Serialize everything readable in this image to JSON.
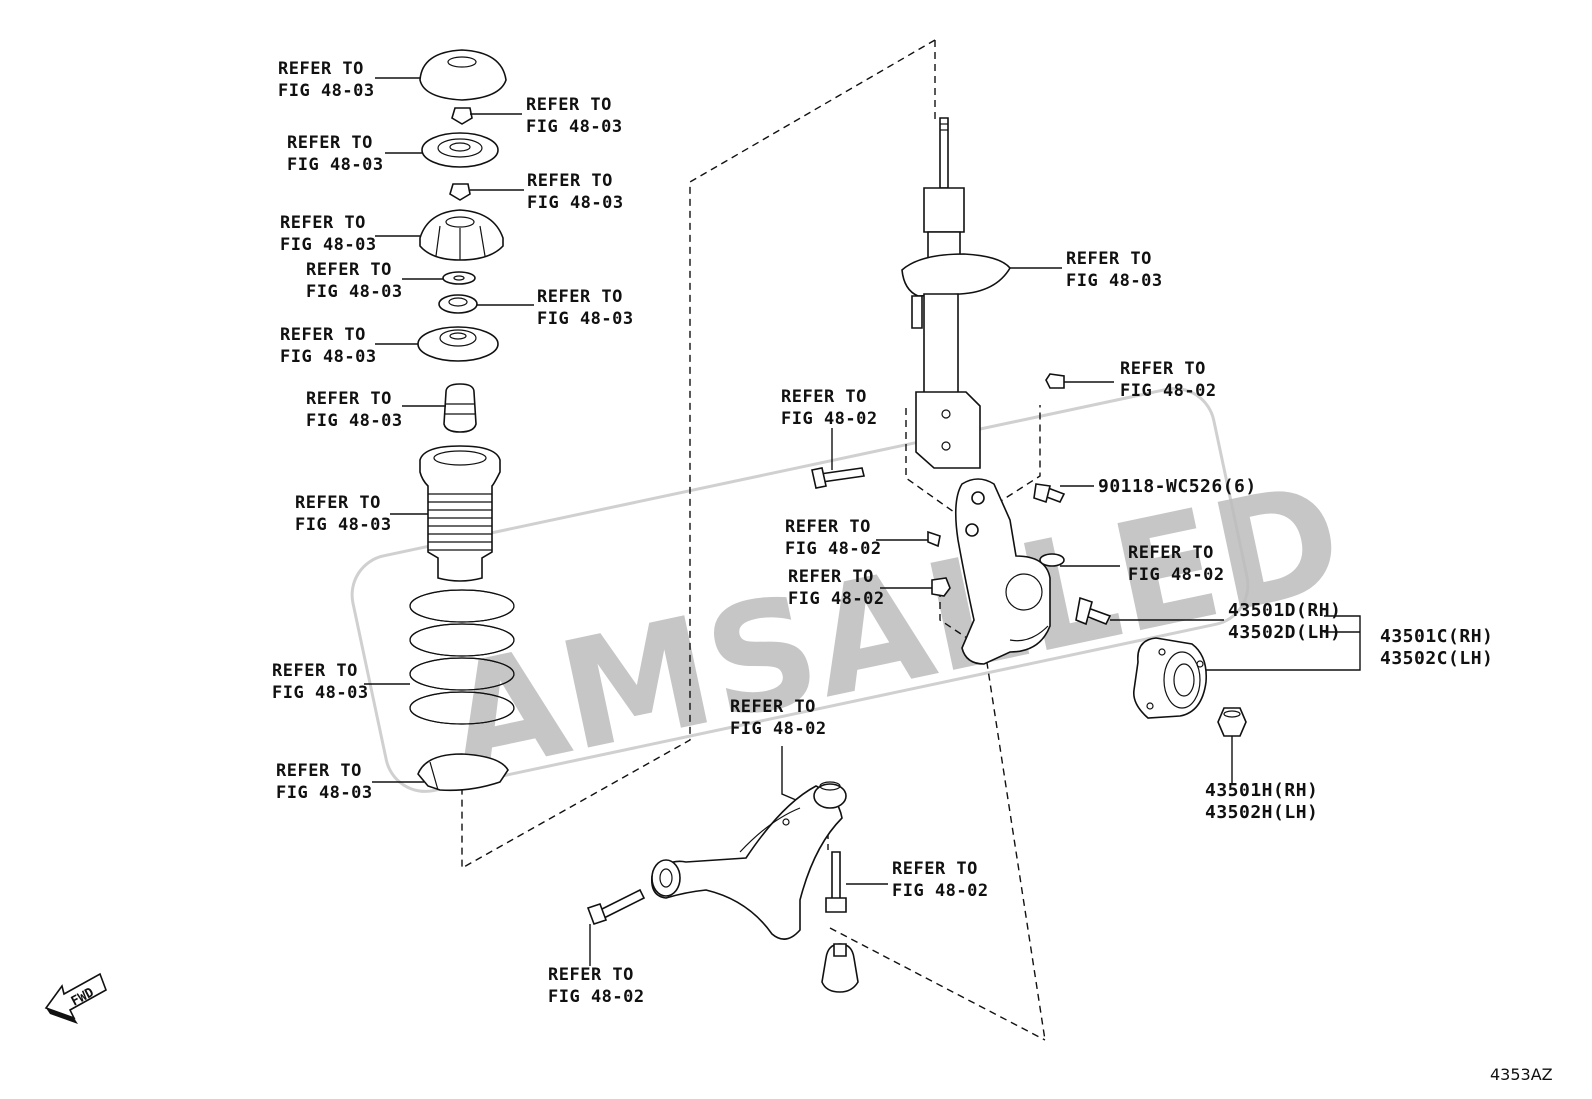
{
  "watermark": "AMSALLED",
  "figure_id": "4353AZ",
  "fwd_label": "FWD",
  "callouts": {
    "c1": [
      "REFER TO",
      "FIG 48-03"
    ],
    "c2": [
      "REFER TO",
      "FIG 48-03"
    ],
    "c3": [
      "REFER TO",
      "FIG 48-03"
    ],
    "c4": [
      "REFER TO",
      "FIG 48-03"
    ],
    "c5": [
      "REFER TO",
      "FIG 48-03"
    ],
    "c6": [
      "REFER TO",
      "FIG 48-03"
    ],
    "c7": [
      "REFER TO",
      "FIG 48-03"
    ],
    "c8": [
      "REFER TO",
      "FIG 48-03"
    ],
    "c9": [
      "REFER TO",
      "FIG 48-03"
    ],
    "c10": [
      "REFER TO",
      "FIG 48-03"
    ],
    "c11": [
      "REFER TO",
      "FIG 48-03"
    ],
    "c12": [
      "REFER TO",
      "FIG 48-03"
    ],
    "c13": [
      "REFER TO",
      "FIG 48-03"
    ],
    "c14": [
      "REFER TO",
      "FIG 48-02"
    ],
    "c15": [
      "REFER TO",
      "FIG 48-02"
    ],
    "c16": [
      "REFER TO",
      "FIG 48-02"
    ],
    "c17": [
      "REFER TO",
      "FIG 48-02"
    ],
    "c18": [
      "REFER TO",
      "FIG 48-02"
    ],
    "c19": [
      "REFER TO",
      "FIG 48-02"
    ],
    "c20": [
      "REFER TO",
      "FIG 48-02"
    ],
    "c21": [
      "REFER TO",
      "FIG 48-02"
    ]
  },
  "part_numbers": {
    "bolt": "90118-WC526(6)",
    "hub_bolt": [
      "43501D(RH)",
      "43502D(LH)"
    ],
    "hub_assy": [
      "43501C(RH)",
      "43502C(LH)"
    ],
    "hub_nut": [
      "43501H(RH)",
      "43502H(LH)"
    ]
  }
}
